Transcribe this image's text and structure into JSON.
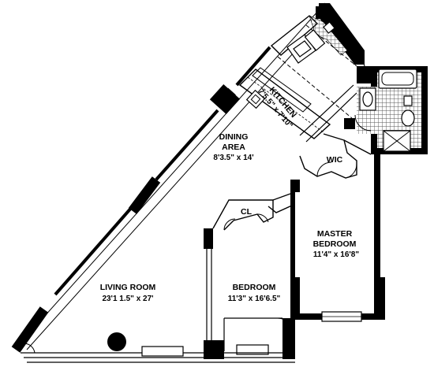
{
  "rooms": {
    "kitchen": {
      "name": "KITCHEN",
      "dims": "7'5.5\" x 7'10\""
    },
    "dining": {
      "name_line1": "DINING",
      "name_line2": "AREA",
      "dims": "8'3.5\" x 14'"
    },
    "wic": {
      "name": "WIC"
    },
    "closet": {
      "name": "CL"
    },
    "master_bedroom": {
      "name_line1": "MASTER",
      "name_line2": "BEDROOM",
      "dims": "11'4\" x 16'8\""
    },
    "living_room": {
      "name": "LIVING ROOM",
      "dims": "23'1 1.5\" x 27'"
    },
    "bedroom": {
      "name": "BEDROOM",
      "dims": "11'3\" x 16'6.5\""
    }
  },
  "colors": {
    "wall": "#000000",
    "background": "#ffffff",
    "tile": "#6e6e6e"
  }
}
